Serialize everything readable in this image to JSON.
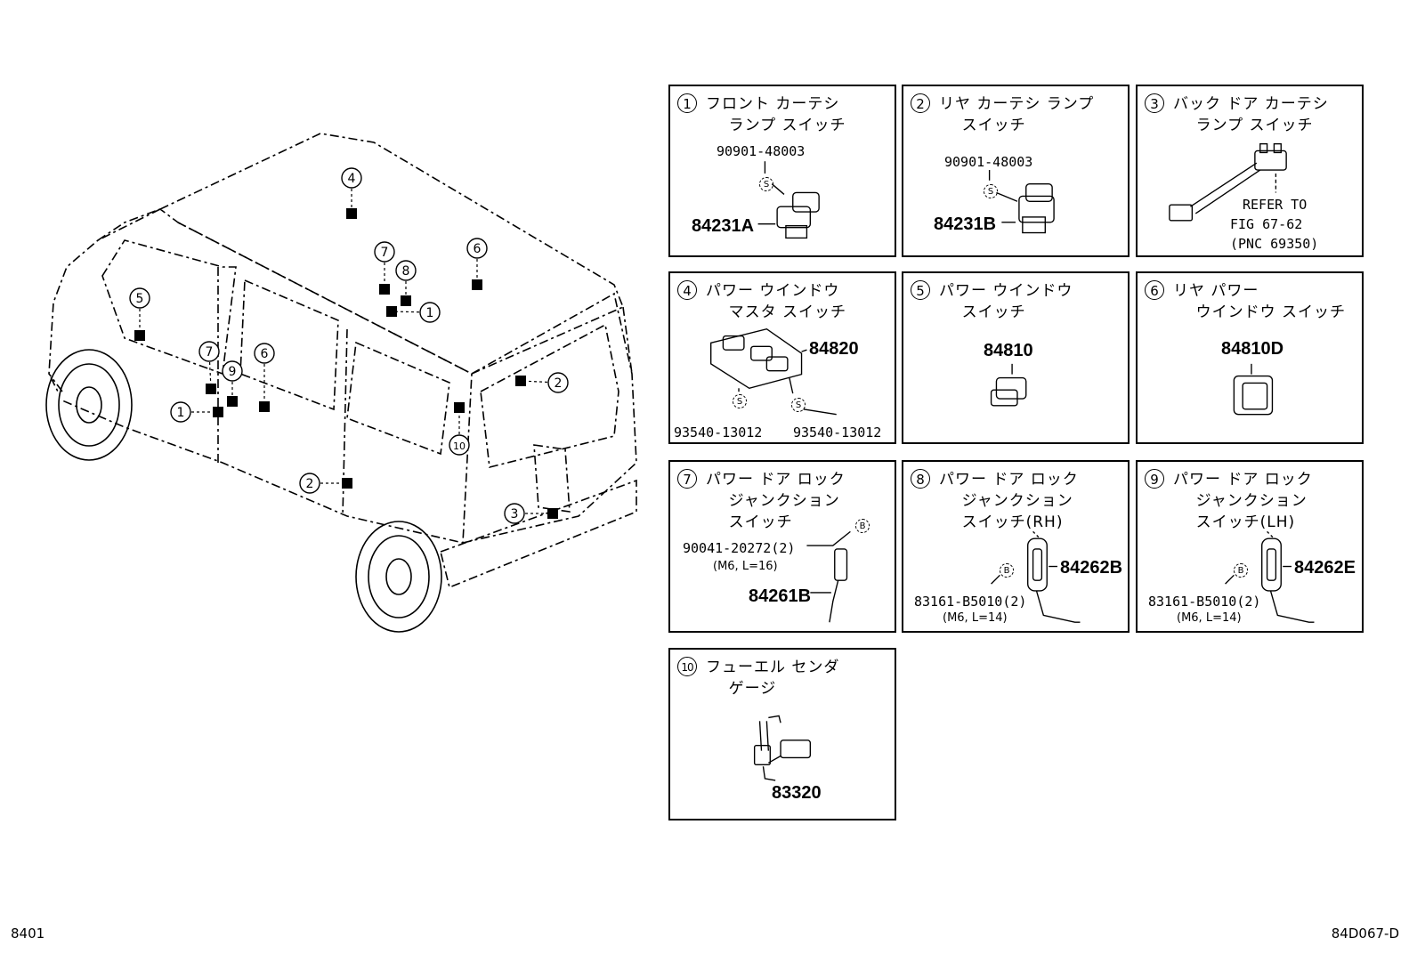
{
  "diagram": {
    "van_callouts": [
      {
        "n": "4"
      },
      {
        "n": "7"
      },
      {
        "n": "8"
      },
      {
        "n": "6"
      },
      {
        "n": "1"
      },
      {
        "n": "5"
      },
      {
        "n": "7"
      },
      {
        "n": "9"
      },
      {
        "n": "6"
      },
      {
        "n": "1"
      },
      {
        "n": "2"
      },
      {
        "n": "10"
      },
      {
        "n": "2"
      },
      {
        "n": "3"
      }
    ]
  },
  "panels": [
    {
      "num": "1",
      "title": "フロント カーテシ\n    ランプ スイッチ",
      "parts": [
        "90901-48003",
        "84231A"
      ]
    },
    {
      "num": "2",
      "title": "リヤ カーテシ ランプ\n    スイッチ",
      "parts": [
        "90901-48003",
        "84231B"
      ]
    },
    {
      "num": "3",
      "title": "バック ドア カーテシ\n    ランプ スイッチ",
      "parts": [
        "REFER TO",
        "FIG 67-62",
        "(PNC 69350)"
      ]
    },
    {
      "num": "4",
      "title": "パワー ウインドウ\n    マスタ スイッチ",
      "parts": [
        "84820",
        "93540-13012",
        "93540-13012"
      ]
    },
    {
      "num": "5",
      "title": "パワー ウインドウ\n    スイッチ",
      "parts": [
        "84810"
      ]
    },
    {
      "num": "6",
      "title": "リヤ パワー\n    ウインドウ スイッチ",
      "parts": [
        "84810D"
      ]
    },
    {
      "num": "7",
      "title": "パワー ドア ロック\n    ジャンクション\n    スイッチ",
      "parts": [
        "90041-20272(2)",
        "(M6, L=16)",
        "84261B"
      ]
    },
    {
      "num": "8",
      "title": "パワー ドア ロック\n    ジャンクション\n    スイッチ(RH)",
      "parts": [
        "83161-B5010(2)",
        "(M6, L=14)",
        "84262B"
      ]
    },
    {
      "num": "9",
      "title": "パワー ドア ロック\n    ジャンクション\n    スイッチ(LH)",
      "parts": [
        "83161-B5010(2)",
        "(M6, L=14)",
        "84262E"
      ]
    },
    {
      "num": "10",
      "title": "フューエル センダ\n    ゲージ",
      "parts": [
        "83320"
      ]
    }
  ],
  "symbols": {
    "stud": "S",
    "bolt": "B"
  },
  "footer": {
    "left": "8401",
    "right": "84D067-D"
  }
}
